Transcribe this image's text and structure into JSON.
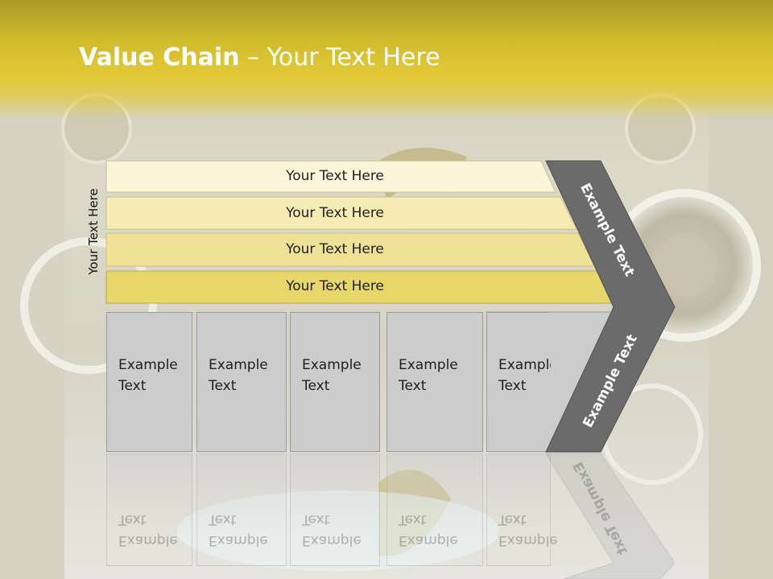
{
  "slide": {
    "title_bold": "Value Chain",
    "title_rest": " – Your Text Here",
    "side_label": "Your Text Here",
    "bands": [
      {
        "label": "Your Text Here",
        "color": "#fbf6d9"
      },
      {
        "label": "Your Text Here",
        "color": "#f6ecb3"
      },
      {
        "label": "Your Text Here",
        "color": "#efe195"
      },
      {
        "label": "Your Text Here",
        "color": "#e7d66a"
      }
    ],
    "boxes": [
      {
        "label": "Example Text"
      },
      {
        "label": "Example Text"
      },
      {
        "label": "Example Text"
      },
      {
        "label": "Example Text"
      },
      {
        "label": "Example Text"
      }
    ],
    "chevron_upper_label": "Example Text",
    "chevron_lower_label": "Example Text",
    "colors": {
      "header_yellow": "#e4ca38",
      "chevron_gray": "#6b6b6b",
      "box_gray": "#cccccc"
    }
  }
}
